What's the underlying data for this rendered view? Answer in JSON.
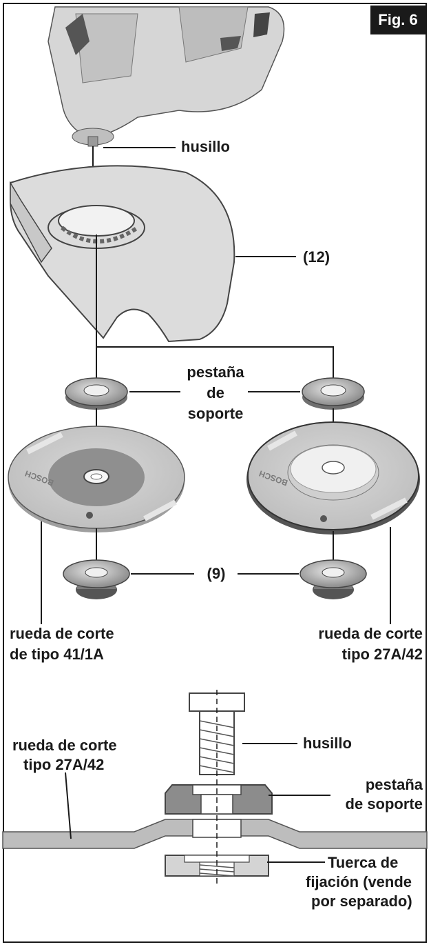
{
  "figure": {
    "tag": "Fig. 6"
  },
  "labels": {
    "spindle_top": "husillo",
    "guard": "(12)",
    "flange_line1": "pestaña",
    "flange_line2": "de",
    "flange_line3": "soporte",
    "nut": "(9)",
    "wheel_left_line1": "rueda de corte",
    "wheel_left_line2": "de tipo 41/1A",
    "wheel_right_line1": "rueda de corte",
    "wheel_right_line2": "tipo 27A/42"
  },
  "section": {
    "wheel_line1": "rueda de corte",
    "wheel_line2": "tipo 27A/42",
    "spindle": "husillo",
    "flange_line1": "pestaña",
    "flange_line2": "de soporte",
    "nut_line1": "Tuerca de",
    "nut_line2": "fijación (vende",
    "nut_line3": "por separado)"
  },
  "disc_brand": "BOSCH",
  "colors": {
    "ink": "#1a1a1a",
    "tool_gray": "#cfcfcf",
    "disc_gray": "#b8b8b8",
    "flange_dark": "#7a7a7a"
  }
}
